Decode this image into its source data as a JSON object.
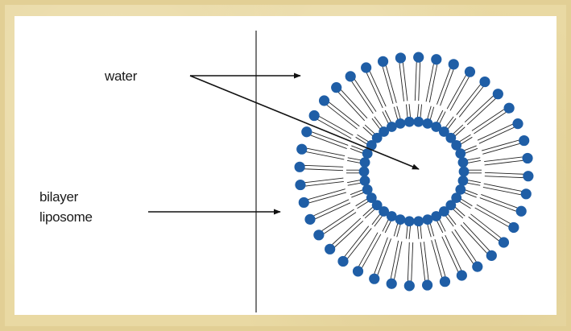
{
  "labels": {
    "water": "water",
    "bilayer_line1": "bilayer",
    "bilayer_line2": "liposome"
  },
  "colors": {
    "background": "#e9d9a3",
    "panel": "#ffffff",
    "head": "#1f5ea6",
    "tail": "#222222",
    "line": "#222222"
  }
}
